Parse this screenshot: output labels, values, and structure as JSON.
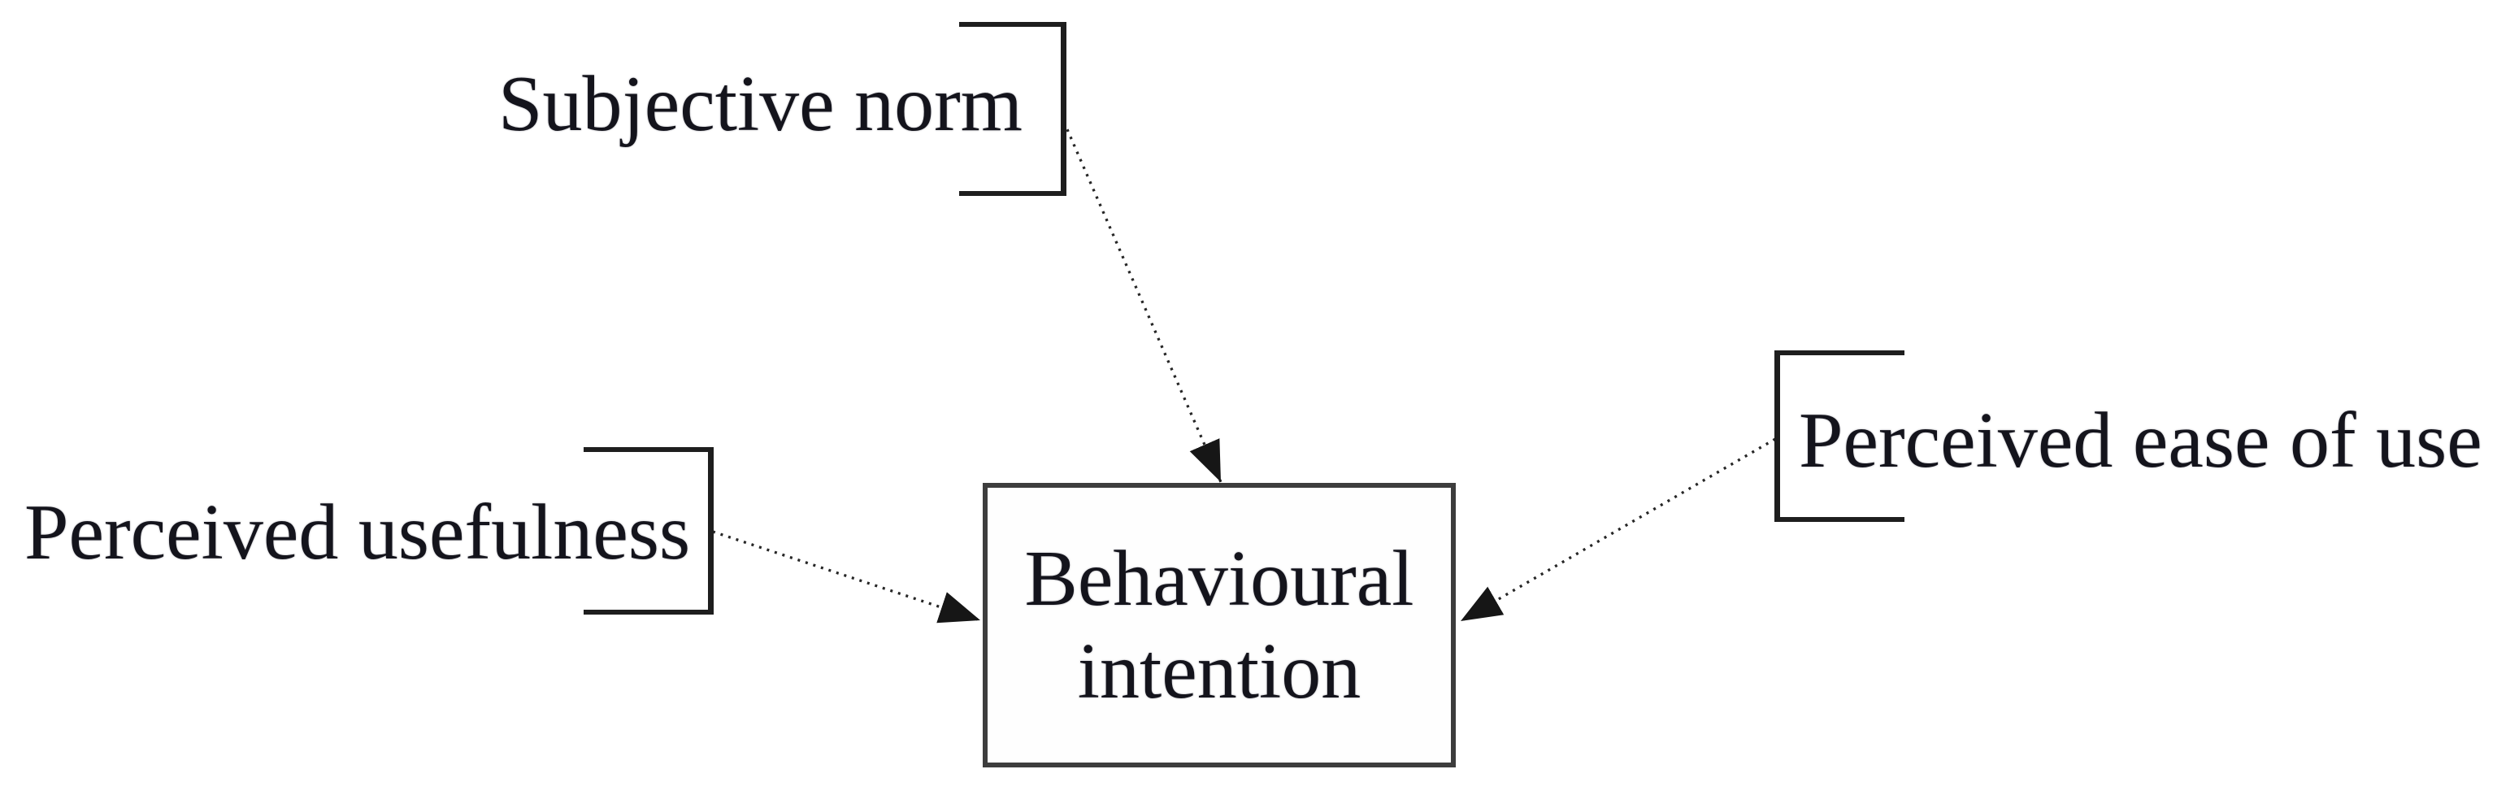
{
  "diagram": {
    "type": "concept-model",
    "background_color": "#ffffff",
    "stroke_color": "#1e1e1e",
    "text_color": "#14141c",
    "nodes": {
      "subjective_norm": {
        "label": "Subjective norm",
        "shape": "right-bracket"
      },
      "perceived_usefulness": {
        "label": "Perceived usefulness",
        "shape": "right-bracket"
      },
      "perceived_ease_of_use": {
        "label": "Perceived ease of use",
        "shape": "left-bracket"
      },
      "behavioural_intention": {
        "label": "Behavioural intention",
        "label_line1": "Behavioural",
        "label_line2": "intention",
        "shape": "rectangle"
      }
    },
    "edges": [
      {
        "from": "subjective_norm",
        "to": "behavioural_intention",
        "style": "dotted",
        "head": "solid-arrow"
      },
      {
        "from": "perceived_usefulness",
        "to": "behavioural_intention",
        "style": "dotted",
        "head": "solid-arrow"
      },
      {
        "from": "perceived_ease_of_use",
        "to": "behavioural_intention",
        "style": "dotted",
        "head": "solid-arrow"
      }
    ]
  }
}
